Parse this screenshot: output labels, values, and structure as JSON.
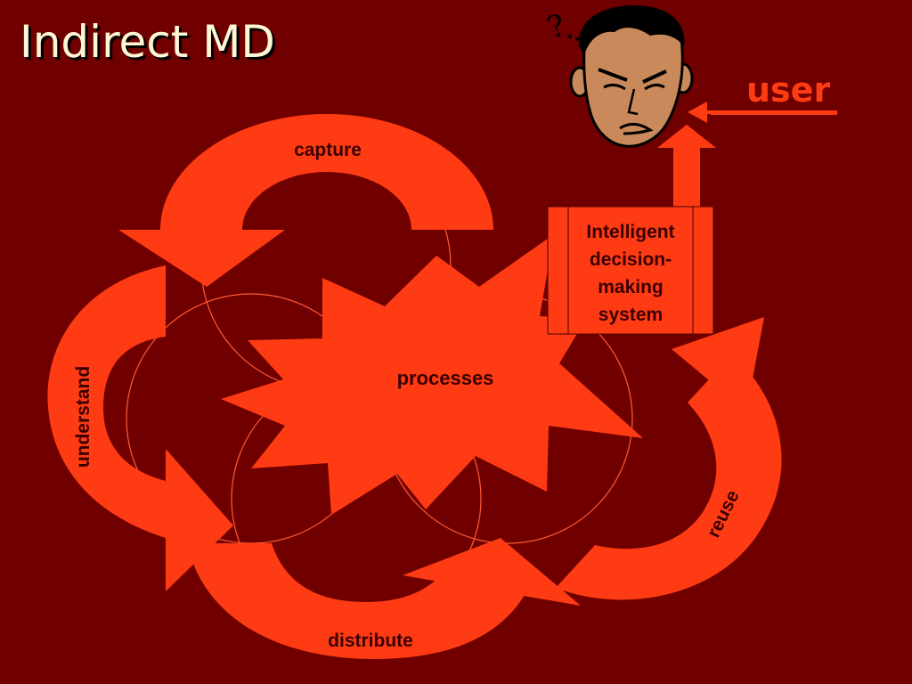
{
  "slide": {
    "title": "Indirect MD"
  },
  "diagram": {
    "labels": {
      "capture": "capture",
      "understand": "understand",
      "distribute": "distribute",
      "reuse": "reuse",
      "processes": "processes",
      "user": "user"
    },
    "decision_box": {
      "lines": [
        "Intelligent",
        "decision-",
        "making",
        "system"
      ]
    },
    "colors": {
      "background": "#700000",
      "accent": "#ff3b14",
      "label_text": "#3a0000",
      "title_text": "#fff6d6"
    },
    "icons": [
      "confused-user-face-icon"
    ]
  }
}
